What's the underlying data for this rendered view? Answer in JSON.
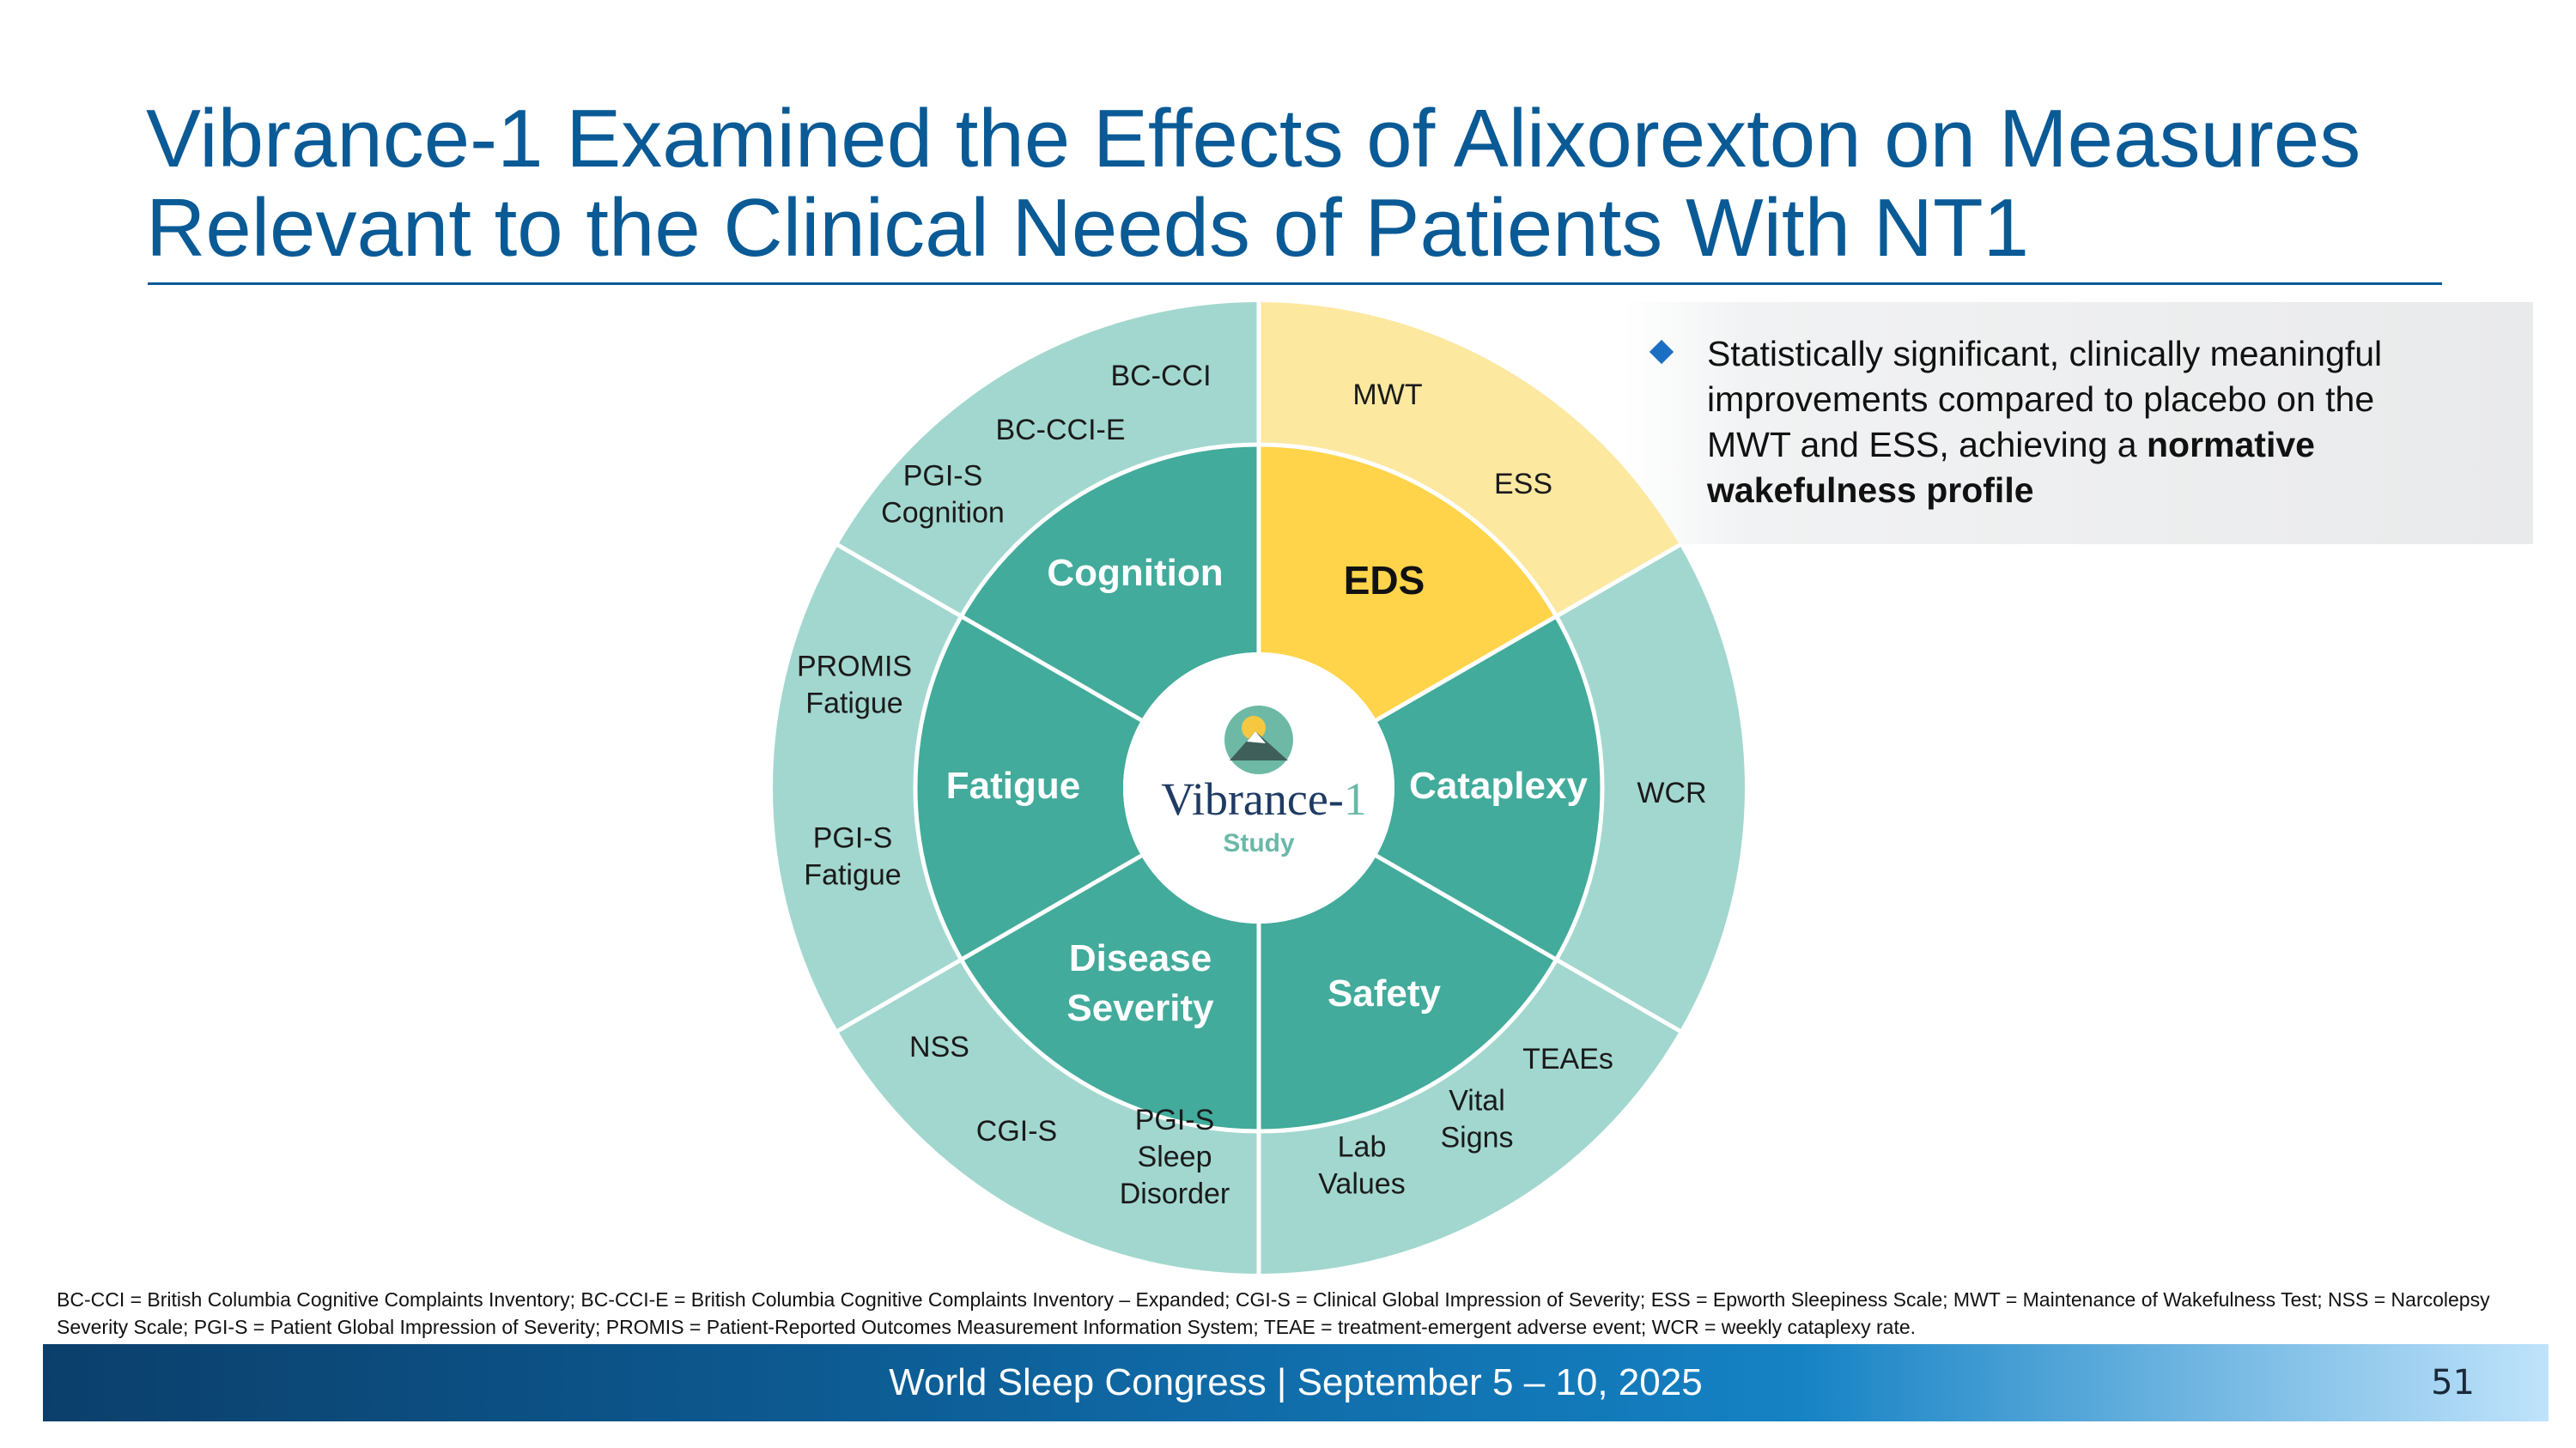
{
  "slide": {
    "title_lines": [
      "Vibrance-1 Examined the Effects of Alixorexton on Measures",
      "Relevant to the Clinical Needs of Patients With NT1"
    ],
    "callout": {
      "bullet_icon": "diamond-bullet",
      "text_lines": [
        "Statistically significant, clinically meaningful",
        "improvements compared to placebo on the",
        "MWT and ESS, achieving a ",
        "normative",
        "wakefulness profile"
      ]
    },
    "footnote": "BC-CCI = British Columbia Cognitive Complaints Inventory; BC-CCI-E = British Columbia Cognitive Complaints Inventory – Expanded; CGI-S = Clinical Global Impression of Severity; ESS = Epworth Sleepiness Scale; MWT = Maintenance of Wakefulness Test; NSS = Narcolepsy Severity Scale; PGI-S = Patient Global Impression of Severity; PROMIS = Patient-Reported Outcomes Measurement Information System; TEAE = treatment-emergent adverse event; WCR = weekly cataplexy rate.",
    "footer": {
      "text": "World Sleep Congress | September 5 – 10, 2025",
      "page_number": "51"
    }
  },
  "wheel": {
    "center": {
      "logo_name": "Vibrance-",
      "logo_number": "1",
      "logo_sub": "Study",
      "logo_icon": "mountain-sun-icon"
    },
    "colors": {
      "inner": "#42ab9b",
      "outer": "#a2d7cf",
      "highlight_inner": "#ffd44a",
      "highlight_outer": "#fde8a0",
      "center": "#ffffff",
      "divider": "#ffffff",
      "logo_text": "#1f3b63",
      "logo_sub": "#6ab8a8"
    },
    "domains": [
      {
        "name": "EDS",
        "highlighted": true,
        "lines": [
          "EDS"
        ],
        "measures": [
          {
            "lines": [
              "MWT"
            ]
          },
          {
            "lines": [
              "ESS"
            ]
          }
        ]
      },
      {
        "name": "Cataplexy",
        "highlighted": false,
        "lines": [
          "Cataplexy"
        ],
        "measures": [
          {
            "lines": [
              "WCR"
            ]
          }
        ]
      },
      {
        "name": "Safety",
        "highlighted": false,
        "lines": [
          "Safety"
        ],
        "measures": [
          {
            "lines": [
              "TEAEs"
            ]
          },
          {
            "lines": [
              "Vital",
              "Signs"
            ]
          },
          {
            "lines": [
              "Lab",
              "Values"
            ]
          }
        ]
      },
      {
        "name": "Disease Severity",
        "highlighted": false,
        "lines": [
          "Disease",
          "Severity"
        ],
        "measures": [
          {
            "lines": [
              "PGI-S",
              "Sleep",
              "Disorder"
            ]
          },
          {
            "lines": [
              "CGI-S"
            ]
          },
          {
            "lines": [
              "NSS"
            ]
          }
        ]
      },
      {
        "name": "Fatigue",
        "highlighted": false,
        "lines": [
          "Fatigue"
        ],
        "measures": [
          {
            "lines": [
              "PGI-S",
              "Fatigue"
            ]
          },
          {
            "lines": [
              "PROMIS",
              "Fatigue"
            ]
          }
        ]
      },
      {
        "name": "Cognition",
        "highlighted": false,
        "lines": [
          "Cognition"
        ],
        "measures": [
          {
            "lines": [
              "PGI-S",
              "Cognition"
            ]
          },
          {
            "lines": [
              "BC-CCI-E"
            ]
          },
          {
            "lines": [
              "BC-CCI"
            ]
          }
        ]
      }
    ]
  }
}
